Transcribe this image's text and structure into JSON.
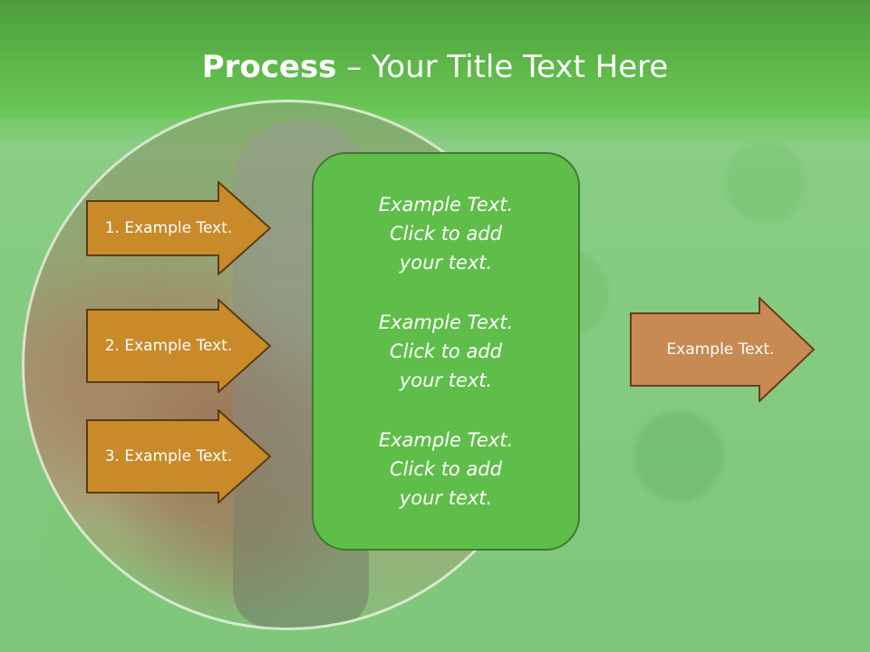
{
  "title": {
    "bold": "Process",
    "rest": " – Your Title Text Here"
  },
  "left_steps": [
    {
      "label": "1. Example Text."
    },
    {
      "label": "2. Example Text."
    },
    {
      "label": "3. Example Text."
    }
  ],
  "center_blocks": [
    {
      "line1": "Example Text.",
      "line2": "Click  to add",
      "line3": "your text."
    },
    {
      "line1": "Example Text.",
      "line2": "Click  to add",
      "line3": "your text."
    },
    {
      "line1": "Example Text.",
      "line2": "Click  to add",
      "line3": "your text."
    }
  ],
  "right_arrow": {
    "label": "Example Text."
  },
  "colors": {
    "header_green": "#5db749",
    "left_arrow_fill": "#c98a2a",
    "left_arrow_border": "#5a3d12",
    "center_box_fill": "#5fbe4a",
    "center_box_border": "#3c7d2c",
    "right_arrow_fill": "#c78a52",
    "right_arrow_border": "#6b3e1a"
  }
}
